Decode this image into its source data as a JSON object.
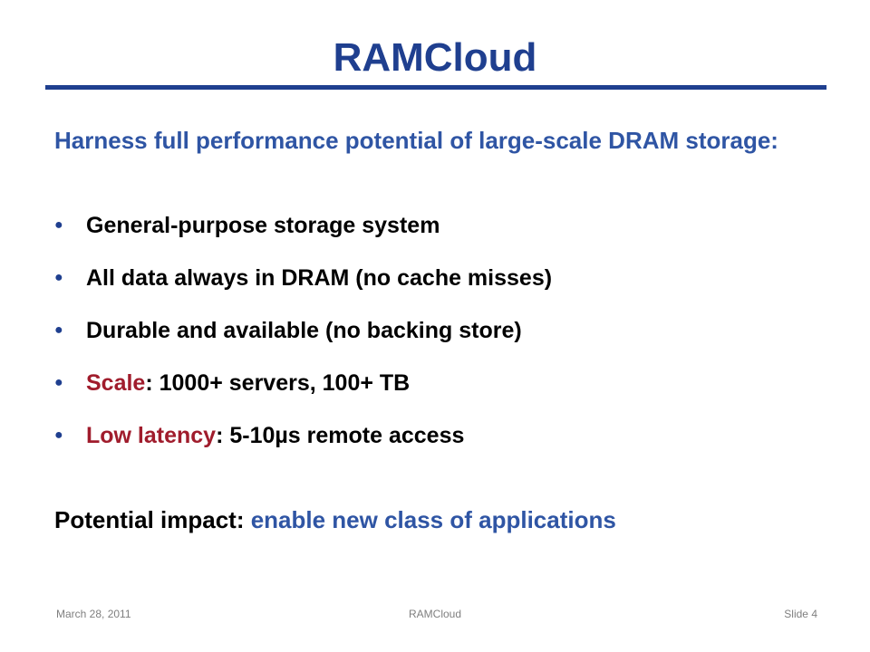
{
  "slide": {
    "title": "RAMCloud",
    "intro": "Harness full performance potential of large-scale DRAM storage:",
    "bullets": [
      {
        "lead": "",
        "rest": "General-purpose storage system"
      },
      {
        "lead": "",
        "rest": "All data always in DRAM (no cache misses)"
      },
      {
        "lead": "",
        "rest": "Durable and available (no backing store)"
      },
      {
        "lead": "Scale",
        "rest": ": 1000+ servers, 100+ TB"
      },
      {
        "lead": "Low latency",
        "rest": ": 5-10µs remote access"
      }
    ],
    "impact": {
      "label": "Potential impact: ",
      "text": "enable new class of applications"
    }
  },
  "footer": {
    "date": "March 28, 2011",
    "center": "RAMCloud",
    "slide_number": "Slide 4"
  },
  "colors": {
    "title": "#1f3f8f",
    "accent_blue": "#2f55a4",
    "accent_red": "#a01c2c",
    "rule": "#1f3f8f"
  }
}
